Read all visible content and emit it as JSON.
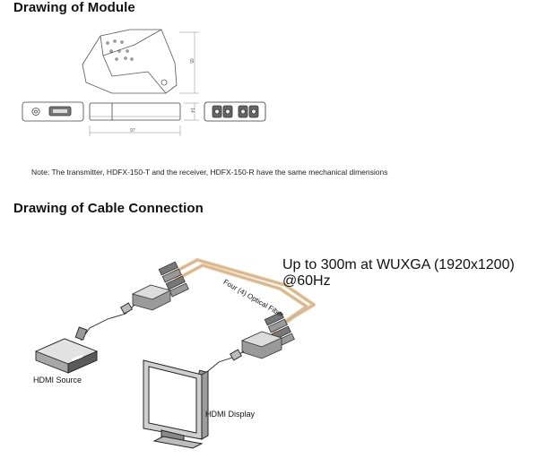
{
  "module_section": {
    "title": "Drawing of Module",
    "dims": {
      "height": "65",
      "thickness": "14",
      "width": "97"
    },
    "note": "Note: The transmitter, HDFX-150-T and the receiver, HDFX-150-R have the same mechanical dimensions"
  },
  "cable_section": {
    "title": "Drawing of Cable Connection",
    "headline": "Up to 300m at WUXGA (1920x1200) @60Hz",
    "fiber_label": "Four (4) Optical Fiber",
    "source_label": "HDMI Source",
    "display_label": "HDMI Display"
  }
}
